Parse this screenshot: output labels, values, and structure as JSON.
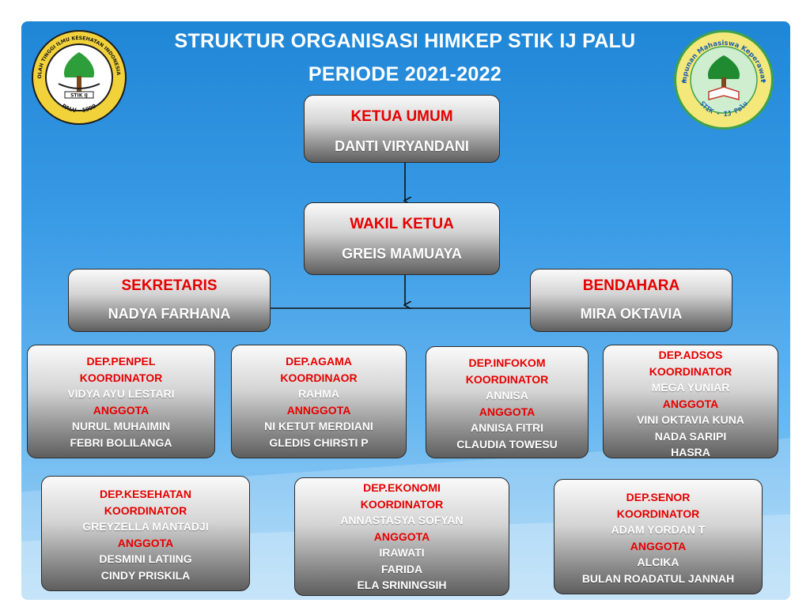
{
  "title": {
    "line1": "STRUKTUR ORGANISASI HIMKEP STIK IJ PALU",
    "line2": "PERIODE 2021-2022"
  },
  "logos": {
    "left": {
      "text_top": "SEKOLAH TINGGI ILMU KESEHATAN INDONESIA JAYA",
      "badge": "STIK IJ",
      "text_bottom": "PALU - 1999"
    },
    "right": {
      "text_top": "Himpunan Mahasiswa Keperawatan",
      "text_bottom": "STIK - IJ Palu"
    }
  },
  "colors": {
    "role": "#e60000",
    "name": "#ffffff",
    "line": "#111111"
  },
  "leaders": {
    "ketua": {
      "role": "KETUA UMUM",
      "name": "DANTI VIRYANDANI"
    },
    "wakil": {
      "role": "WAKIL KETUA",
      "name": "GREIS MAMUAYA"
    },
    "sekretaris": {
      "role": "SEKRETARIS",
      "name": "NADYA FARHANA"
    },
    "bendahara": {
      "role": "BENDAHARA",
      "name": "MIRA OKTAVIA"
    }
  },
  "departments": [
    {
      "title": "DEP.PENPEL",
      "coord_label": "KOORDINATOR",
      "coordinator": "VIDYA AYU LESTARI",
      "member_label": "ANGGOTA",
      "members": [
        "NURUL MUHAIMIN",
        "FEBRI BOLILANGA"
      ]
    },
    {
      "title": "DEP.AGAMA",
      "coord_label": "KOORDINAOR",
      "coordinator": "RAHMA",
      "member_label": "ANNGGOTA",
      "members": [
        "NI KETUT MERDIANI",
        "GLEDIS CHIRSTI P"
      ]
    },
    {
      "title": "DEP.INFOKOM",
      "coord_label": "KOORDINATOR",
      "coordinator": "ANNISA",
      "member_label": "ANGGOTA",
      "members": [
        "ANNISA FITRI",
        "CLAUDIA TOWESU"
      ]
    },
    {
      "title": "DEP.ADSOS",
      "coord_label": "KOORDINATOR",
      "coordinator": "MEGA YUNIAR",
      "member_label": "ANGGOTA",
      "members": [
        "VINI OKTAVIA KUNA",
        "NADA SARIPI",
        "HASRA"
      ]
    },
    {
      "title": "DEP.KESEHATAN",
      "coord_label": "KOORDINATOR",
      "coordinator": "GREYZELLA MANTADJI",
      "member_label": "ANGGOTA",
      "members": [
        "DESMINI LATIING",
        "CINDY PRISKILA"
      ]
    },
    {
      "title": "DEP.EKONOMI",
      "coord_label": "KOORDINATOR",
      "coordinator": "ANNASTASYA SOFYAN",
      "member_label": "ANGGOTA",
      "members": [
        "IRAWATI",
        "FARIDA",
        "ELA SRININGSIH"
      ]
    },
    {
      "title": "DEP.SENOR",
      "coord_label": "KOORDINATOR",
      "coordinator": "ADAM YORDAN T",
      "member_label": "ANGGOTA",
      "members": [
        "ALCIKA",
        "BULAN ROADATUL JANNAH"
      ]
    }
  ]
}
